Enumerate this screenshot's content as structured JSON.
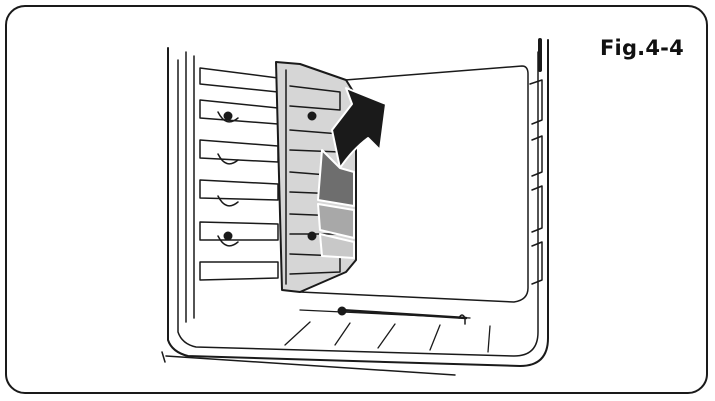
{
  "figure": {
    "label": "Fig.4-4"
  },
  "colors": {
    "outline": "#1a1a1a",
    "rack_fill": "#d6d6d6",
    "arrow_dark": "#1a1a1a",
    "arrow_mid": "#6e6e6e",
    "arrow_light": "#a8a8a8",
    "arrow_lighter": "#c8c8c8"
  },
  "icons": {
    "arrow": "curved-removal-arrow",
    "oven": "oven-cavity-outline"
  }
}
